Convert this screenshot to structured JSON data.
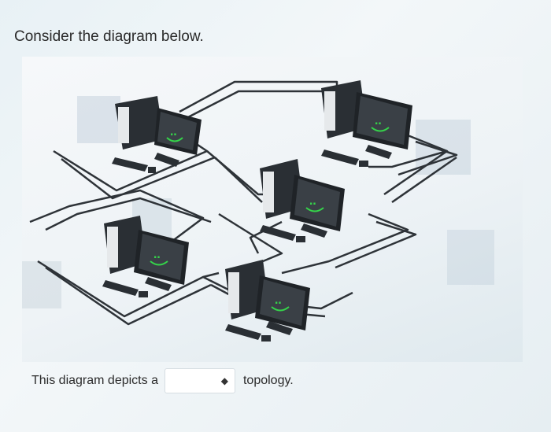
{
  "question": {
    "title": "Consider the diagram below."
  },
  "diagram": {
    "computer_count": 5,
    "face_color": "#35d44a",
    "cable_color": "#2e3338"
  },
  "answer": {
    "prefix": "This diagram depicts a",
    "select_value": "",
    "suffix": "topology.",
    "select_icon": "up-down-arrow-icon"
  }
}
